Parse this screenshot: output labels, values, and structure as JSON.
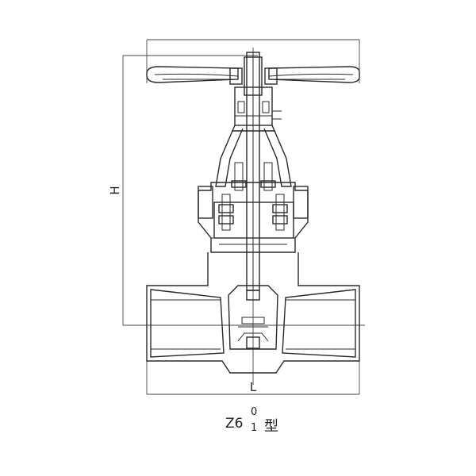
{
  "dimensions": {
    "height_label": "H",
    "length_label": "L"
  },
  "caption": {
    "model": "Z6",
    "superscript": "0",
    "subscript": "1",
    "suffix": "型"
  }
}
